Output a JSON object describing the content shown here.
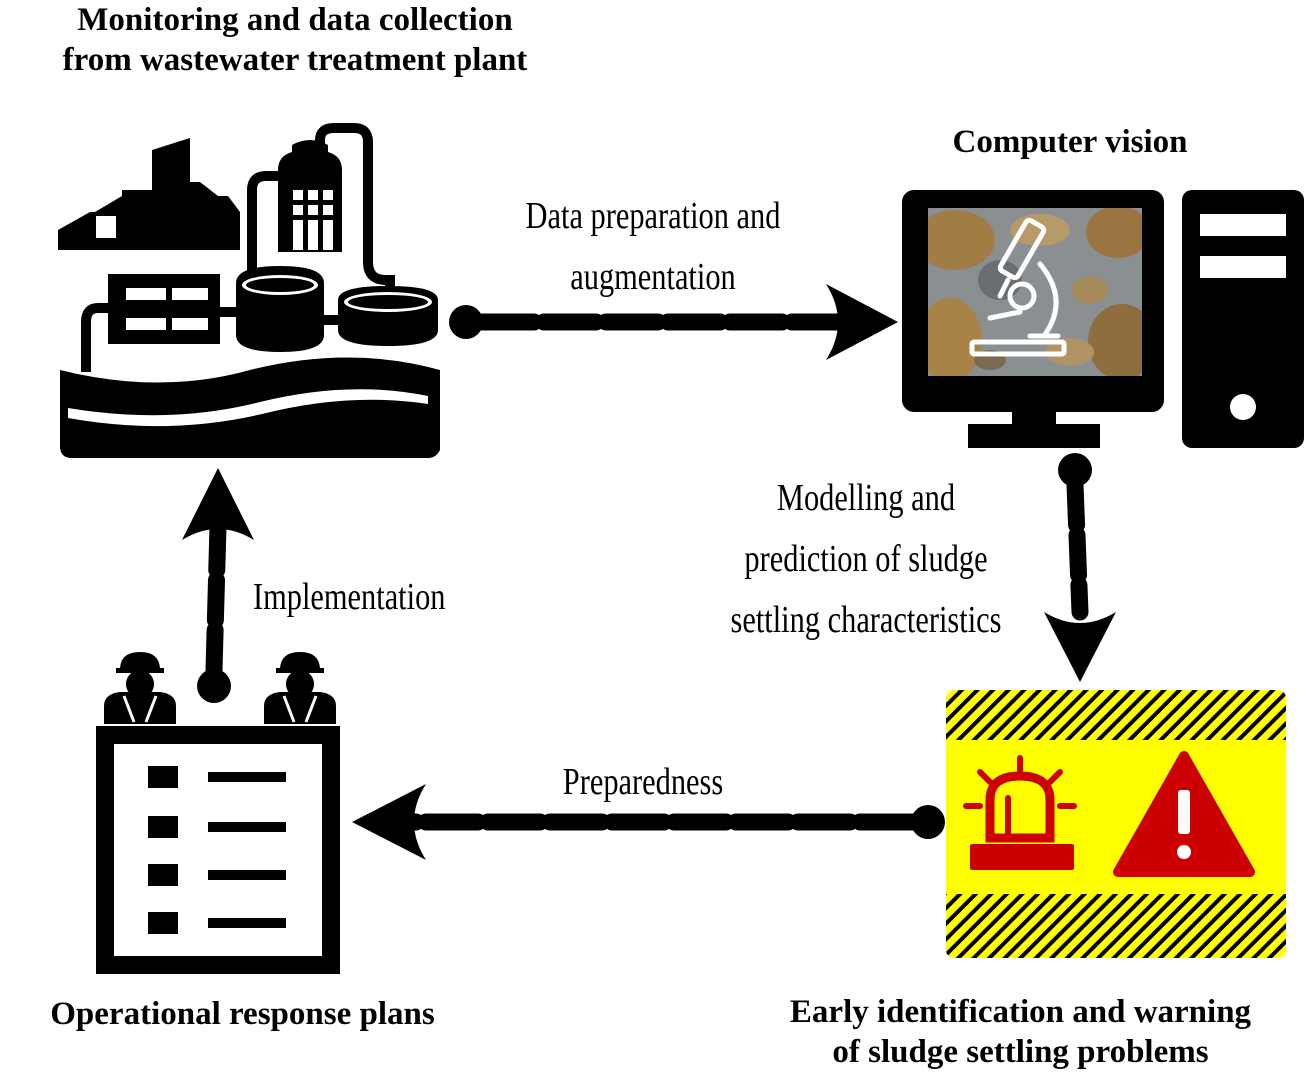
{
  "nodes": {
    "monitoring": {
      "title_line1": "Monitoring and data collection",
      "title_line2": "from wastewater treatment plant"
    },
    "computer_vision": {
      "title": "Computer vision"
    },
    "early_warning": {
      "title_line1": "Early identification and warning",
      "title_line2": "of sludge settling problems"
    },
    "response_plans": {
      "title": "Operational response plans"
    }
  },
  "edges": {
    "data_prep": {
      "line1": "Data preparation and",
      "line2": "augmentation"
    },
    "modelling": {
      "line1": "Modelling and",
      "line2": "prediction of sludge",
      "line3": "settling characteristics"
    },
    "preparedness": {
      "label": "Preparedness"
    },
    "implementation": {
      "label": "Implementation"
    }
  },
  "colors": {
    "ink": "#000000",
    "warning_panel": "#ffff00",
    "alert_red": "#cc0000",
    "microscope_image": "#8a8f92"
  },
  "icons": [
    "factory-icon",
    "computer-icon",
    "microscope-icon",
    "siren-icon",
    "warning-triangle-icon",
    "worker-icon",
    "checklist-icon"
  ]
}
